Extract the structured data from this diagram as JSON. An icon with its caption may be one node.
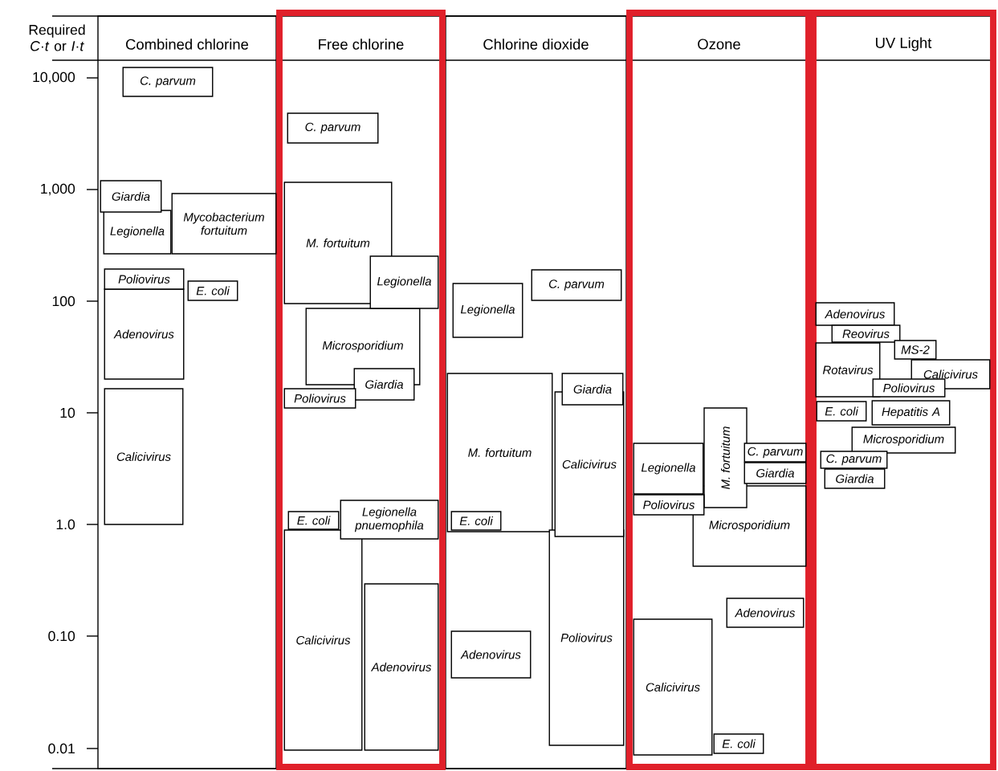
{
  "diagram": {
    "nodes": [
      {
        "text": [
          "Combined chlorine"
        ]
      },
      {
        "text": [
          "C. parvum"
        ],
        "in": 0
      },
      {
        "text": [
          "Giardia"
        ],
        "in": 0
      },
      {
        "text": [
          "Legionella"
        ],
        "in": 0
      },
      {
        "text": [
          "Mycobacterium fortuitum"
        ],
        "in": 0
      },
      {
        "text": [
          "Poliovirus"
        ],
        "in": 0
      },
      {
        "text": [
          "E. coli"
        ],
        "in": 0
      },
      {
        "text": [
          "Adenovirus"
        ],
        "in": 0
      },
      {
        "text": [
          "Calicivirus"
        ],
        "in": 0
      },
      {
        "text": [
          "Free chlorine"
        ]
      },
      {
        "text": [
          "C. parvum"
        ],
        "in": 9
      },
      {
        "text": [
          "M. fortuitum"
        ],
        "in": 9
      },
      {
        "text": [
          "Legionella"
        ],
        "in": 9
      },
      {
        "text": [
          "Microsporidium"
        ],
        "in": 9
      },
      {
        "text": [
          "Giardia"
        ],
        "in": 9
      },
      {
        "text": [
          "Poliovirus"
        ],
        "in": 9
      },
      {
        "text": [
          "E. coli"
        ],
        "in": 9
      },
      {
        "text": [
          "Legionella pnuemophila"
        ],
        "in": 9
      },
      {
        "text": [
          "Calicivirus"
        ],
        "in": 9
      },
      {
        "text": [
          "Adenovirus"
        ],
        "in": 9
      },
      {
        "text": [
          "Chlorine dioxide"
        ]
      },
      {
        "text": [
          "C. parvum"
        ],
        "in": 20
      },
      {
        "text": [
          "Legionella"
        ],
        "in": 20
      },
      {
        "text": [
          "M. fortuitum"
        ],
        "in": 20
      },
      {
        "text": [
          "Giardia"
        ],
        "in": 20
      },
      {
        "text": [
          "Calicivirus"
        ],
        "in": 20
      },
      {
        "text": [
          "E. coli"
        ],
        "in": 23
      },
      {
        "text": [
          "Poliovirus"
        ],
        "in": 20
      },
      {
        "text": [
          "Adenovirus"
        ],
        "in": 20
      },
      {
        "text": [
          "Ozone"
        ]
      },
      {
        "text": [
          "M. fortuitum"
        ],
        "in": 29
      },
      {
        "text": [
          "Legionella"
        ],
        "in": 29
      },
      {
        "text": [
          "C. parvum"
        ],
        "in": 29
      },
      {
        "text": [
          "Giardia"
        ],
        "in": 29
      },
      {
        "text": [
          "Poliovirus"
        ],
        "in": 29
      },
      {
        "text": [
          "Microsporidium"
        ],
        "in": 29
      },
      {
        "text": [
          "Adenovirus"
        ],
        "in": 29
      },
      {
        "text": [
          "Calicivirus"
        ],
        "in": 29
      },
      {
        "text": [
          "E. coli"
        ],
        "in": 29
      },
      {
        "text": [
          "UV Light"
        ]
      },
      {
        "text": [
          "Adenovirus"
        ],
        "in": 39
      },
      {
        "text": [
          "Reovirus"
        ],
        "in": 39
      },
      {
        "text": [
          "MS-2"
        ],
        "in": 39
      },
      {
        "text": [
          "Rotavirus"
        ],
        "in": 39
      },
      {
        "text": [
          "Calicivirus"
        ],
        "in": 39
      },
      {
        "text": [
          "Poliovirus"
        ],
        "in": 39
      },
      {
        "text": [
          "E. coli"
        ],
        "in": 39
      },
      {
        "text": [
          "Hepatitis A"
        ],
        "in": 39
      },
      {
        "text": [
          "Microsporidium"
        ],
        "in": 39
      },
      {
        "text": [
          "C. parvum"
        ],
        "in": 39
      },
      {
        "text": [
          "Giardia"
        ],
        "in": 39
      }
    ],
    "labels": [
      "Required *C*·*t* or *I*·*t*",
      "10,000",
      "1,000",
      "100",
      "10",
      "1.0",
      "0.10",
      "0.01"
    ]
  }
}
